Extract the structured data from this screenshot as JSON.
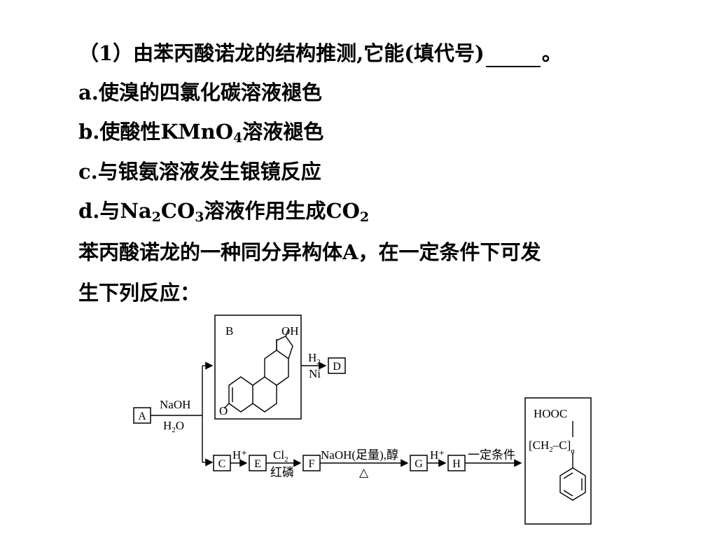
{
  "question": {
    "prompt": "（1）由苯丙酸诺龙的结构推测,它能(填代号)",
    "prompt_end": "。",
    "option_a": "a.使溴的四氯化碳溶液褪色",
    "option_b_pre": "b.使酸性KMnO",
    "option_b_sub": "4",
    "option_b_post": "溶液褪色",
    "option_c": "c.与银氨溶液发生银镜反应",
    "option_d_pre": "d.与Na",
    "option_d_sub1": "2",
    "option_d_mid": "CO",
    "option_d_sub2": "3",
    "option_d_mid2": "溶液作用生成CO",
    "option_d_sub3": "2",
    "intro_1": "苯丙酸诺龙的一种同分异构体A，在一定条件下可发",
    "intro_2": "生下列反应："
  },
  "scheme": {
    "A": "A",
    "B": "B",
    "C": "C",
    "D": "D",
    "E": "E",
    "F": "F",
    "G": "G",
    "H": "H",
    "OH": "OH",
    "O": "O",
    "naoh": "NaOH",
    "h2o_pre": "H",
    "h2o_sub": "2",
    "h2o_post": "O",
    "h2_pre": "H",
    "h2_sub": "2",
    "ni": "Ni",
    "hplus": "H⁺",
    "cl2_pre": "Cl",
    "cl2_sub": "2",
    "red_p": "红磷",
    "naoh_excess": "NaOH(足量),醇",
    "delta": "△",
    "condition": "一定条件",
    "hooc": "HOOC",
    "polymer_pre": "[CH",
    "polymer_sub": "2",
    "polymer_mid": "–C]",
    "polymer_n": "n"
  }
}
